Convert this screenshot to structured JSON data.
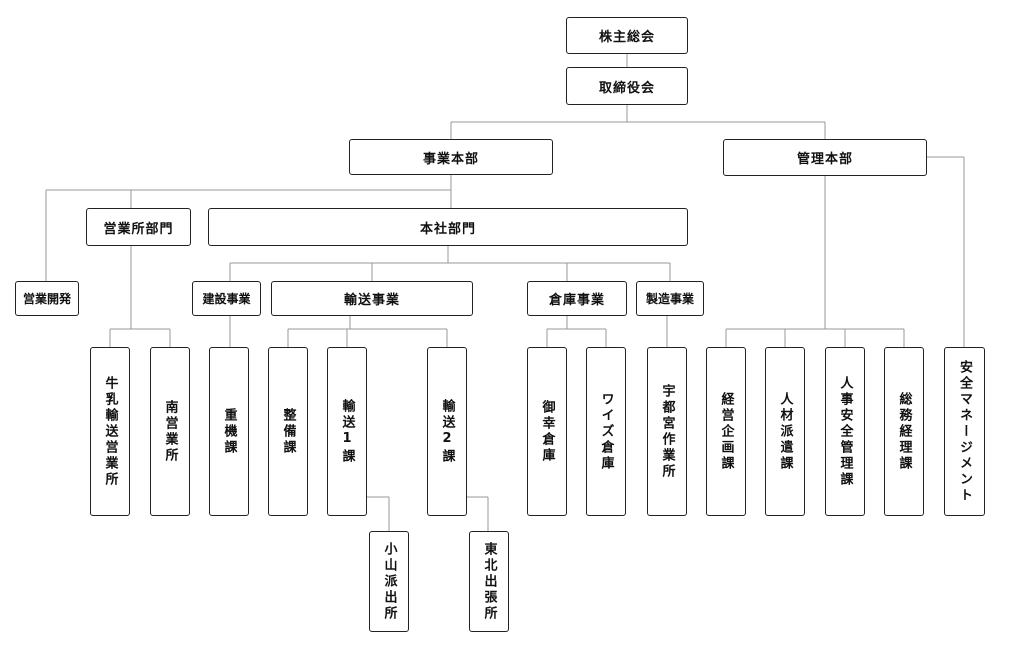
{
  "org_chart": {
    "shareholders_meeting": "株主総会",
    "board": "取締役会",
    "business_division": "事業本部",
    "admin_division": "管理本部",
    "sales_offices_dept": "営業所部門",
    "head_office_dept": "本社部門",
    "sales_development": "営業開発",
    "construction_business": "建設事業",
    "transport_business": "輸送事業",
    "warehouse_business": "倉庫事業",
    "manufacturing_business": "製造事業",
    "milk_transport_office": "牛乳輸送営業所",
    "minami_office": "南営業所",
    "heavy_machinery_section": "重機課",
    "maintenance_section": "整備課",
    "transport_1_section": "輸送1課",
    "transport_2_section": "輸送2課",
    "koyama_branch": "小山派出所",
    "tohoku_branch": "東北出張所",
    "mi_warehouse": "御幸倉庫",
    "wise_warehouse": "ワイズ倉庫",
    "utsunomiya_factory": "宇都宮作業所",
    "management_planning": "経営企画課",
    "staffing_section": "人材派遣課",
    "hr_safety_section": "人事安全管理課",
    "general_affairs_section": "総務経理課",
    "safety_management": "安全マネージメント"
  }
}
